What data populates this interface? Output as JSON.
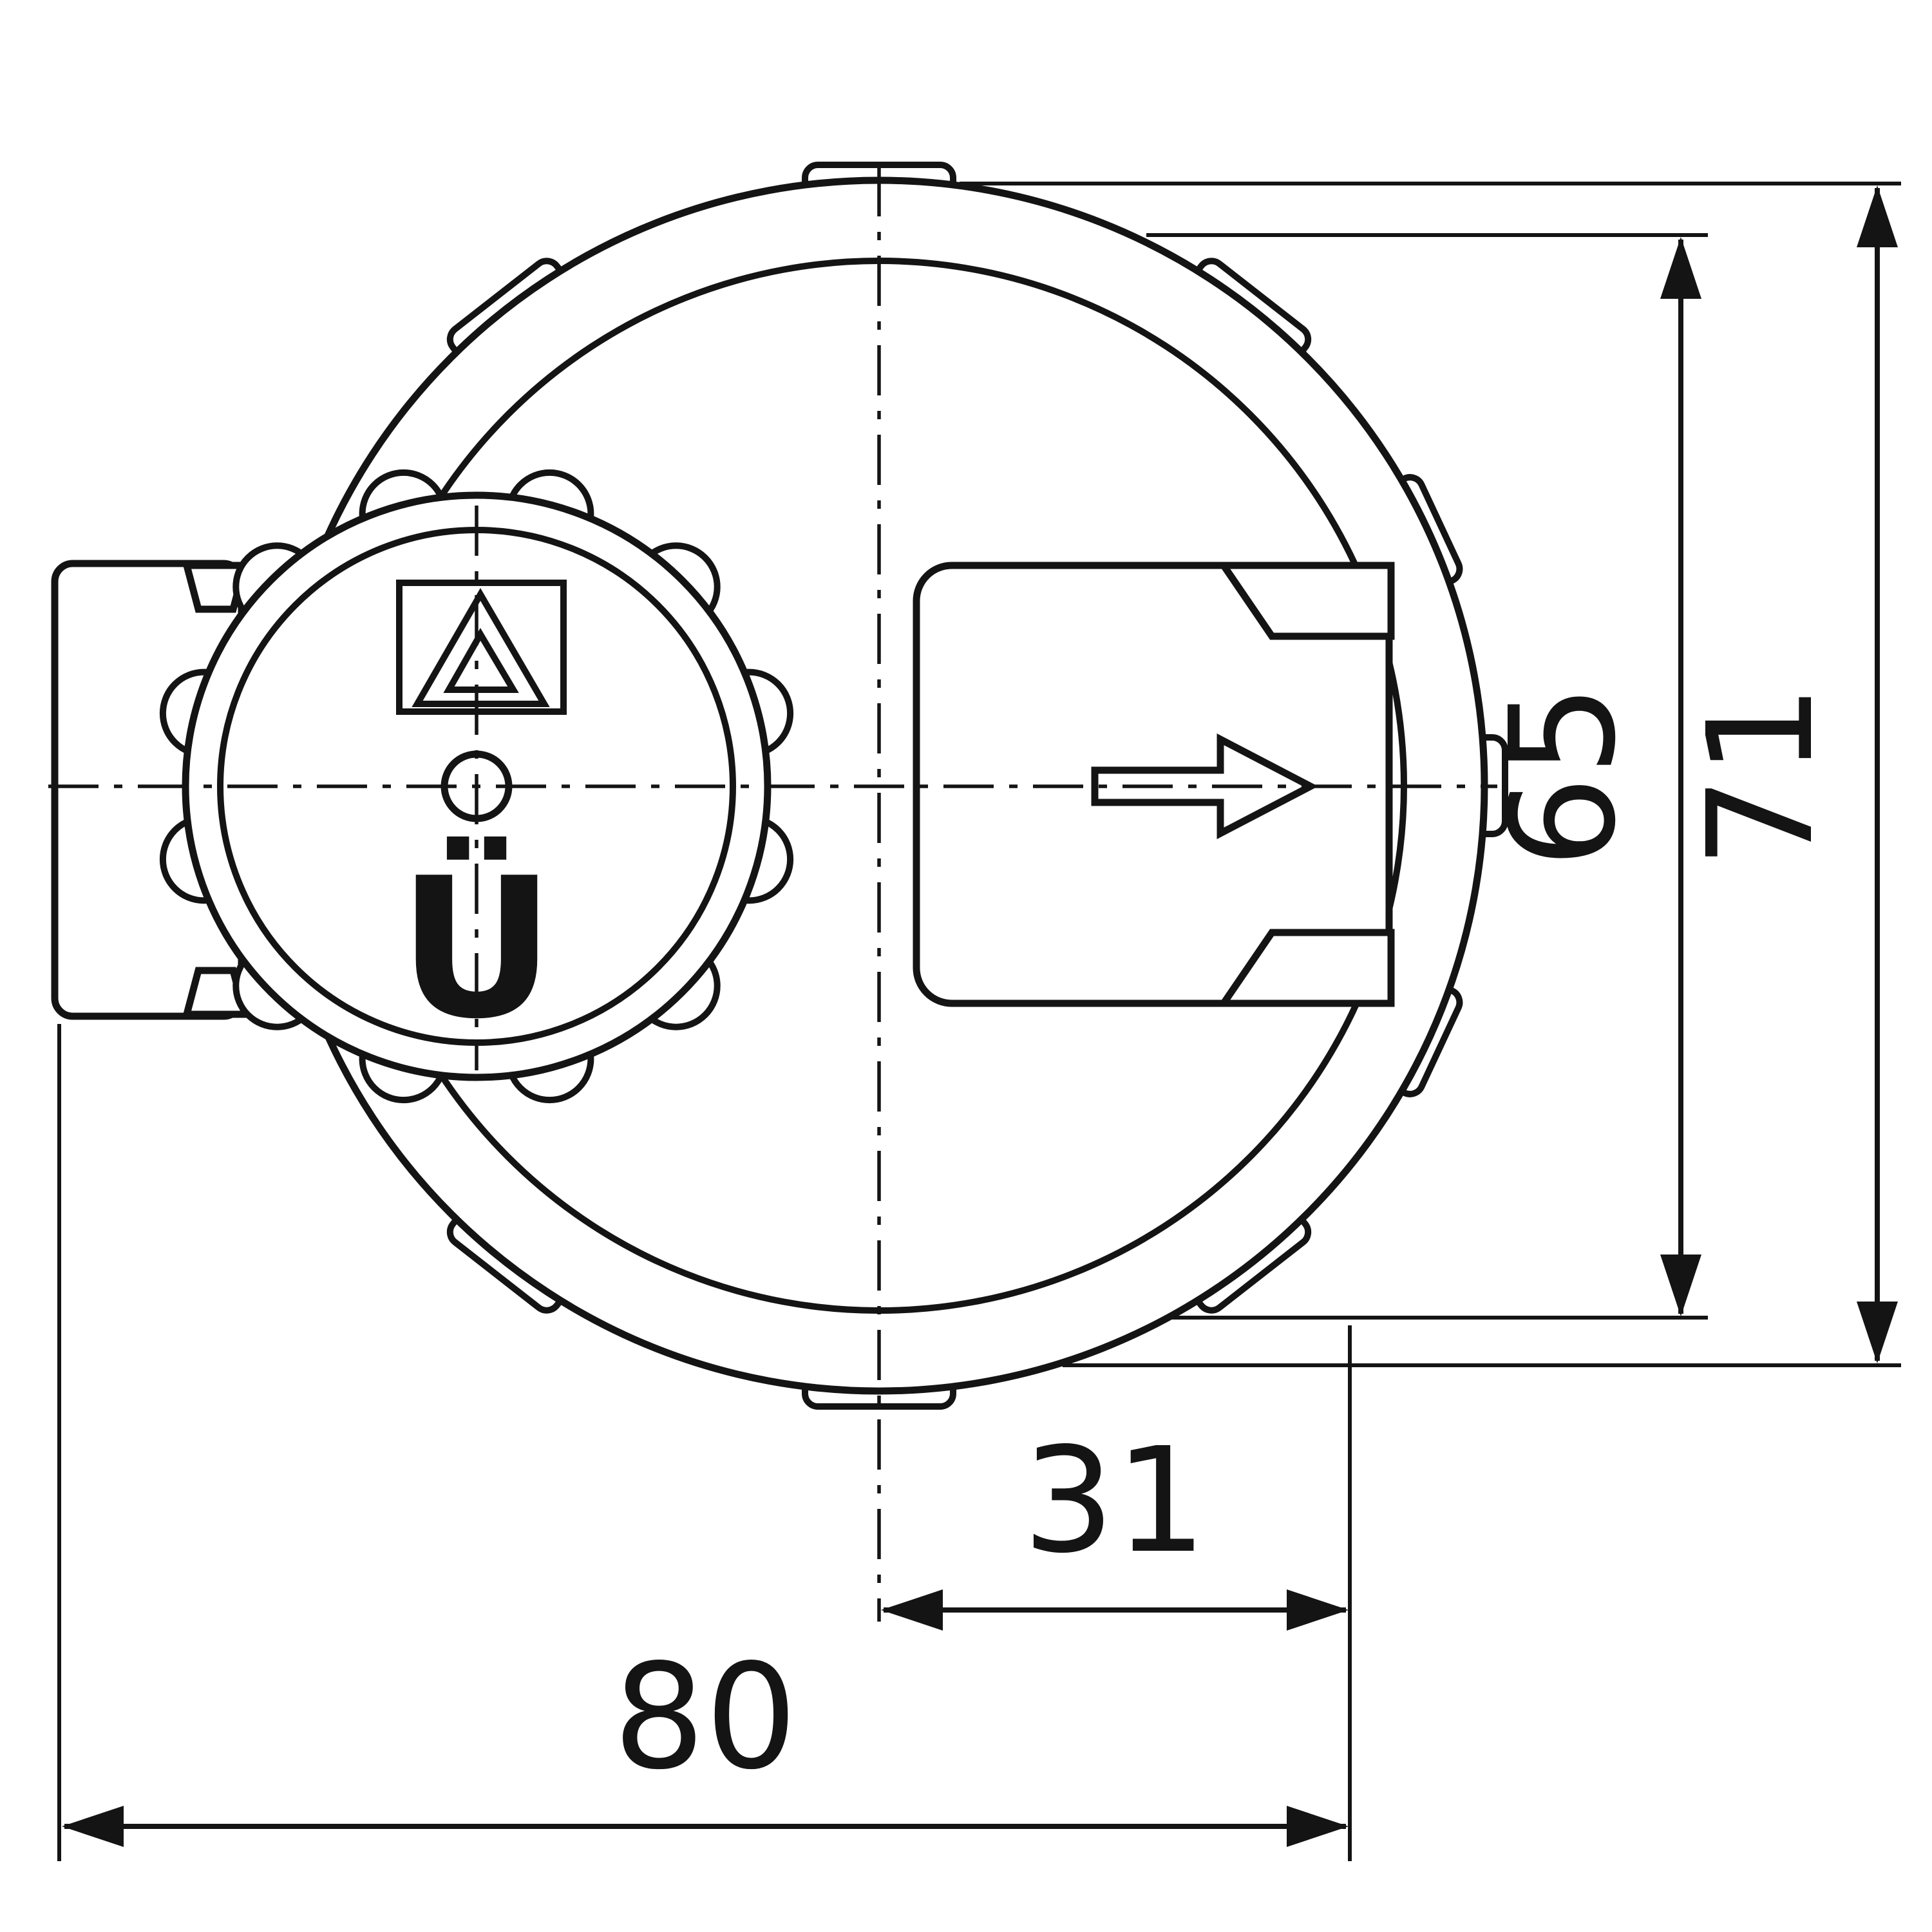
{
  "colors": {
    "line": "#141414",
    "background": "#ffffff"
  },
  "dimensions": {
    "vertical_inner": "65",
    "vertical_overall": "71",
    "horizontal_center_to_right": "31",
    "horizontal_overall": "80"
  },
  "marks": {
    "approval_letter": "Ü"
  },
  "icons": {
    "flow_arrow": "right-arrow",
    "approval_triangle": "triangle-in-square"
  }
}
